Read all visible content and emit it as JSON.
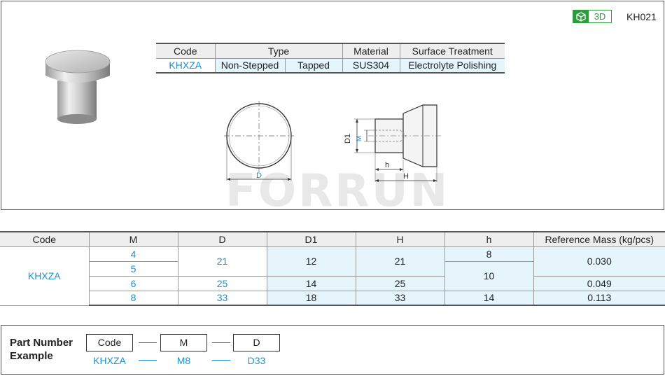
{
  "header": {
    "badge_label": "3D",
    "catalog_code": "KH021"
  },
  "spec_table": {
    "headers": [
      "Code",
      "Type",
      "Material",
      "Surface Treatment"
    ],
    "row": {
      "code": "KHXZA",
      "type_a": "Non-Stepped",
      "type_b": "Tapped",
      "material": "SUS304",
      "surface": "Electrolyte Polishing"
    }
  },
  "drawing_labels": {
    "d": "D",
    "d1": "D1",
    "m": "M",
    "h": "h",
    "H": "H"
  },
  "watermark": "FORRUN",
  "dims_table": {
    "headers": [
      "Code",
      "M",
      "D",
      "D1",
      "H",
      "h",
      "Reference Mass (kg/pcs)"
    ],
    "code": "KHXZA",
    "m_values": [
      "4",
      "5",
      "6",
      "8"
    ],
    "d_values": [
      "21",
      "25",
      "33"
    ],
    "d1_values": [
      "12",
      "14",
      "18"
    ],
    "H_values": [
      "21",
      "25",
      "33"
    ],
    "h_values": [
      "8",
      "10",
      "14"
    ],
    "mass_values": [
      "0.030",
      "0.049",
      "0.113"
    ]
  },
  "part_number": {
    "title_line1": "Part Number",
    "title_line2": "Example",
    "boxes": [
      "Code",
      "M",
      "D"
    ],
    "example": [
      "KHXZA",
      "M8",
      "D33"
    ]
  },
  "colors": {
    "accent_blue": "#1e8fcf",
    "badge_green": "#2e9b3f",
    "shade_blue": "#e6f4fc"
  }
}
